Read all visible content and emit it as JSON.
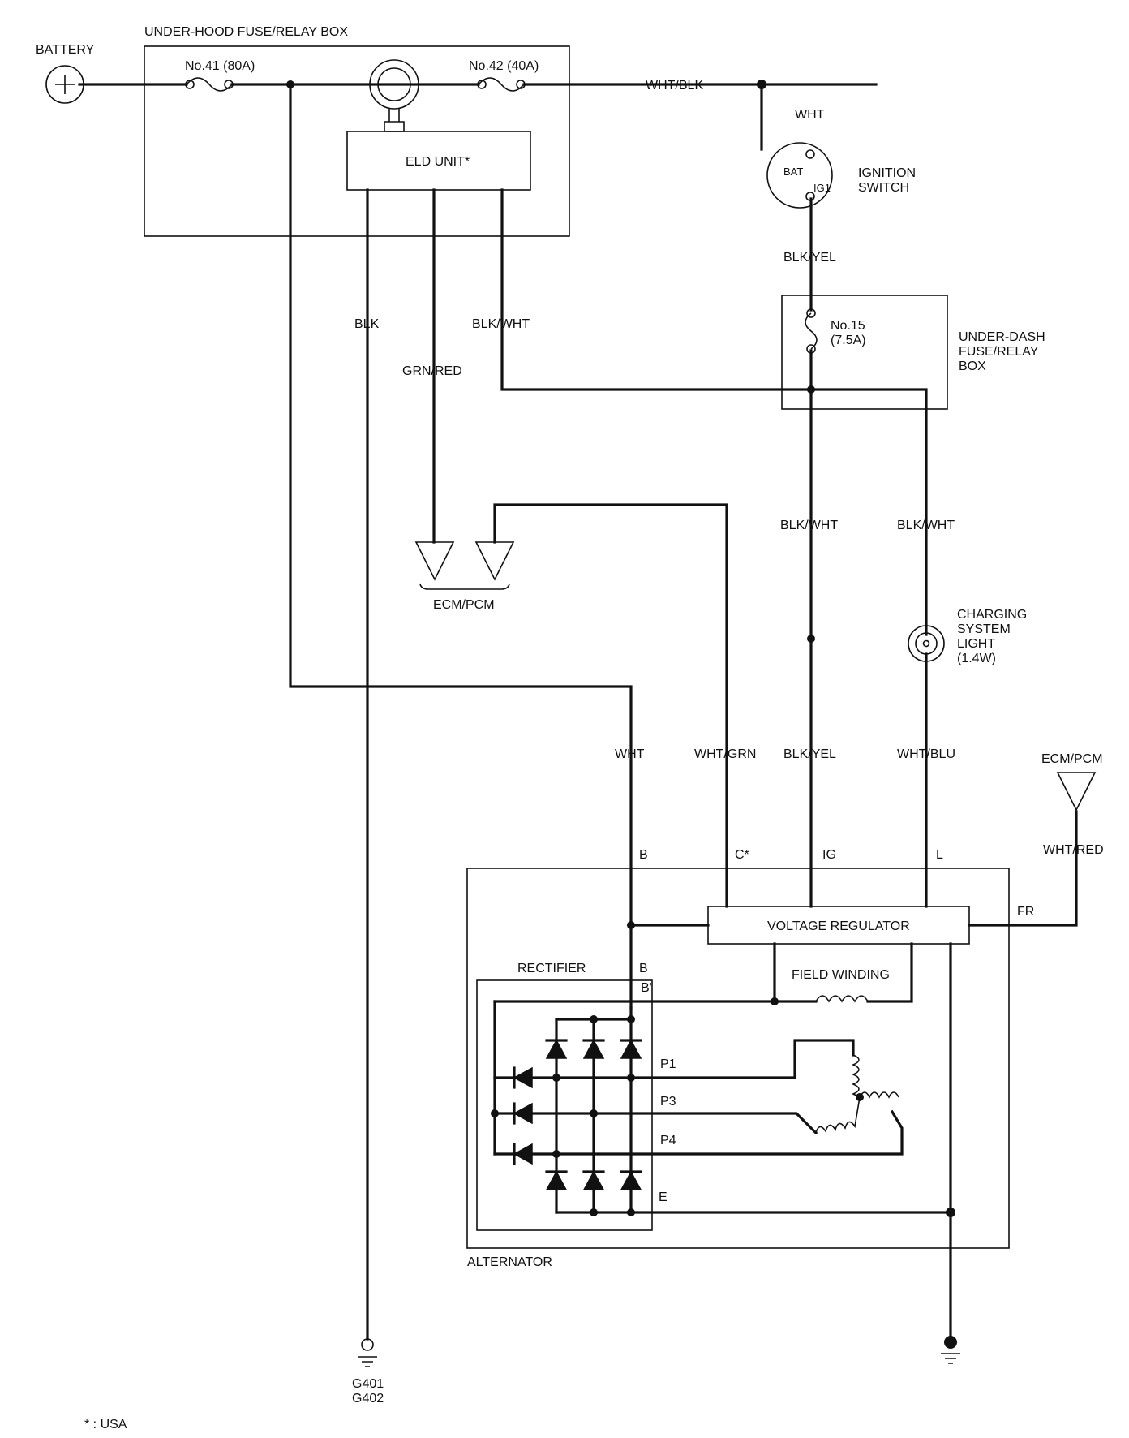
{
  "labels": {
    "battery": "BATTERY",
    "underhood_box": "UNDER-HOOD FUSE/RELAY BOX",
    "fuse41": "No.41 (80A)",
    "fuse42": "No.42 (40A)",
    "eld_unit": "ELD UNIT*",
    "wire_wht_blk": "WHT/BLK",
    "wire_wht_top": "WHT",
    "bat_terminal": "BAT",
    "ig1_terminal": "IG1",
    "ignition_switch_1": "IGNITION",
    "ignition_switch_2": "SWITCH",
    "wire_blk_yel_top": "BLK/YEL",
    "fuse15_1": "No.15",
    "fuse15_2": "(7.5A)",
    "underdash_1": "UNDER-DASH",
    "underdash_2": "FUSE/RELAY",
    "underdash_3": "BOX",
    "wire_blk": "BLK",
    "wire_blk_wht_eld": "BLK/WHT",
    "wire_grn_red": "GRN/RED",
    "ecm_pcm_left": "ECM/PCM",
    "wire_blk_wht_mid": "BLK/WHT",
    "wire_blk_wht_right": "BLK/WHT",
    "charging_light_1": "CHARGING",
    "charging_light_2": "SYSTEM",
    "charging_light_3": "LIGHT",
    "charging_light_4": "(1.4W)",
    "wire_wht_b": "WHT",
    "wire_wht_grn": "WHT/GRN",
    "wire_blk_yel_ig": "BLK/YEL",
    "wire_wht_blu": "WHT/BLU",
    "ecm_pcm_right": "ECM/PCM",
    "wire_wht_red": "WHT/RED",
    "term_b": "B",
    "term_c": "C*",
    "term_ig": "IG",
    "term_l": "L",
    "term_fr": "FR",
    "voltage_regulator": "VOLTAGE REGULATOR",
    "rectifier": "RECTIFIER",
    "term_b_inner": "B",
    "term_b_prime": "B'",
    "field_winding": "FIELD WINDING",
    "p1": "P1",
    "p3": "P3",
    "p4": "P4",
    "term_e": "E",
    "alternator": "ALTERNATOR",
    "g401": "G401",
    "g402": "G402",
    "footnote": "* : USA"
  }
}
